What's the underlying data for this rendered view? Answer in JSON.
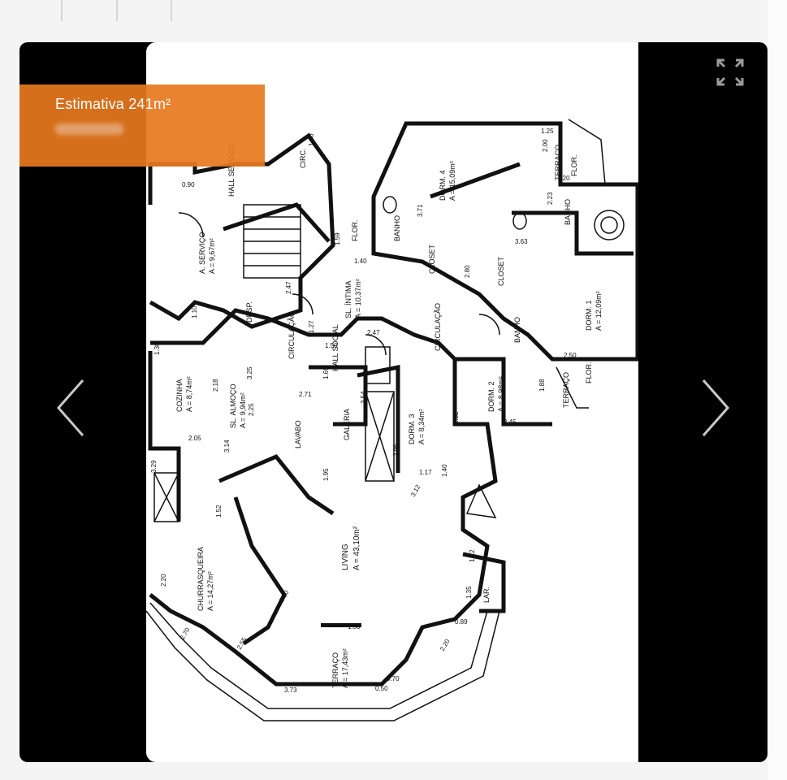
{
  "listing": {
    "area_badge": "Estimativa 241m²"
  },
  "controls": {
    "prev": "previous-image",
    "next": "next-image",
    "fullscreen": "expand-icon"
  },
  "floor_plan": {
    "rooms": {
      "servico": "A. SERVIÇO",
      "servico_area": "A = 9,67m²",
      "hall_servico": "HALL SERVIÇO",
      "circ": "CIRC.",
      "dorm4": "DORM. 4",
      "dorm4_area": "A = 15,09m²",
      "terraco_top": "TERRAÇO",
      "flor_top": "FLOR.",
      "banho_a": "BANHO",
      "banho_b": "BANHO",
      "banho_c": "BANHO",
      "closet_a": "CLOSET",
      "closet_b": "CLOSET",
      "dorm1": "DORM. 1",
      "dorm1_area": "A = 12,09m²",
      "sl_intima": "SL. ÍNTIMA",
      "sl_intima_area": "A = 10,37m²",
      "circulacao_a": "CIRCULAÇÃO",
      "circulacao_b": "CIRCULAÇÃO",
      "flor_mid": "FLOR.",
      "desp": "DESP.",
      "cozinha": "COZINHA",
      "cozinha_area": "A = 8,74m²",
      "sl_almoco": "SL. ALMOÇO",
      "sl_almoco_area": "A = 9,94m²",
      "hall_social": "HALL SOCIAL",
      "lavabo": "LAVABO",
      "galeria": "GALERIA",
      "dorm3": "DORM. 3",
      "dorm3_area": "A = 8,34m²",
      "dorm2": "DORM. 2",
      "dorm2_area": "A = 8,98m²",
      "terraco_right": "TERRAÇO",
      "flor_right": "FLOR.",
      "living": "LIVING",
      "living_area": "A = 43,10m²",
      "churrasqueira": "CHURRASQUEIRA",
      "churrasqueira_area": "A = 14,27m²",
      "lar": "LAR.",
      "terraco_bottom": "TERRAÇO",
      "terraco_bottom_area": "A = 17,43m²"
    },
    "dims": {
      "d1": "1.30",
      "d2": "1.25",
      "d3": "2.00",
      "d4": "2.23",
      "d5": "1.20",
      "d6": "0.90",
      "d7": "1.59",
      "d8": "1.40",
      "d9": "3.71",
      "d10": "3.63",
      "d11": "2.80",
      "d12": "1.10",
      "d13": "2.50",
      "d14": "1.88",
      "d15": "3.45",
      "d16": "2.52",
      "d17": "2.96",
      "d18": "3.12",
      "d19": "1.40",
      "d20": "1.17",
      "d21": "1.12",
      "d22": "1.35",
      "d23": "0.89",
      "d24": "2.20",
      "d25": "0.70",
      "d26": "0.50",
      "d27": "3.73",
      "d28": "2.55",
      "d29": "2.70",
      "d30": "2.20",
      "d31": "1.52",
      "d32": "3.29",
      "d33": "2.05",
      "d34": "2.18",
      "d35": "1.30",
      "d36": "3.54",
      "d37": "1.69",
      "d38": "1.50",
      "d39": "2.47",
      "d40": "1.95",
      "d41": "2.71",
      "d42": "1.50",
      "d43": "1.27",
      "d44": "3.14",
      "d45": "2.25",
      "d46": "1.90",
      "d47": "3.25",
      "d48": "2.47"
    }
  }
}
